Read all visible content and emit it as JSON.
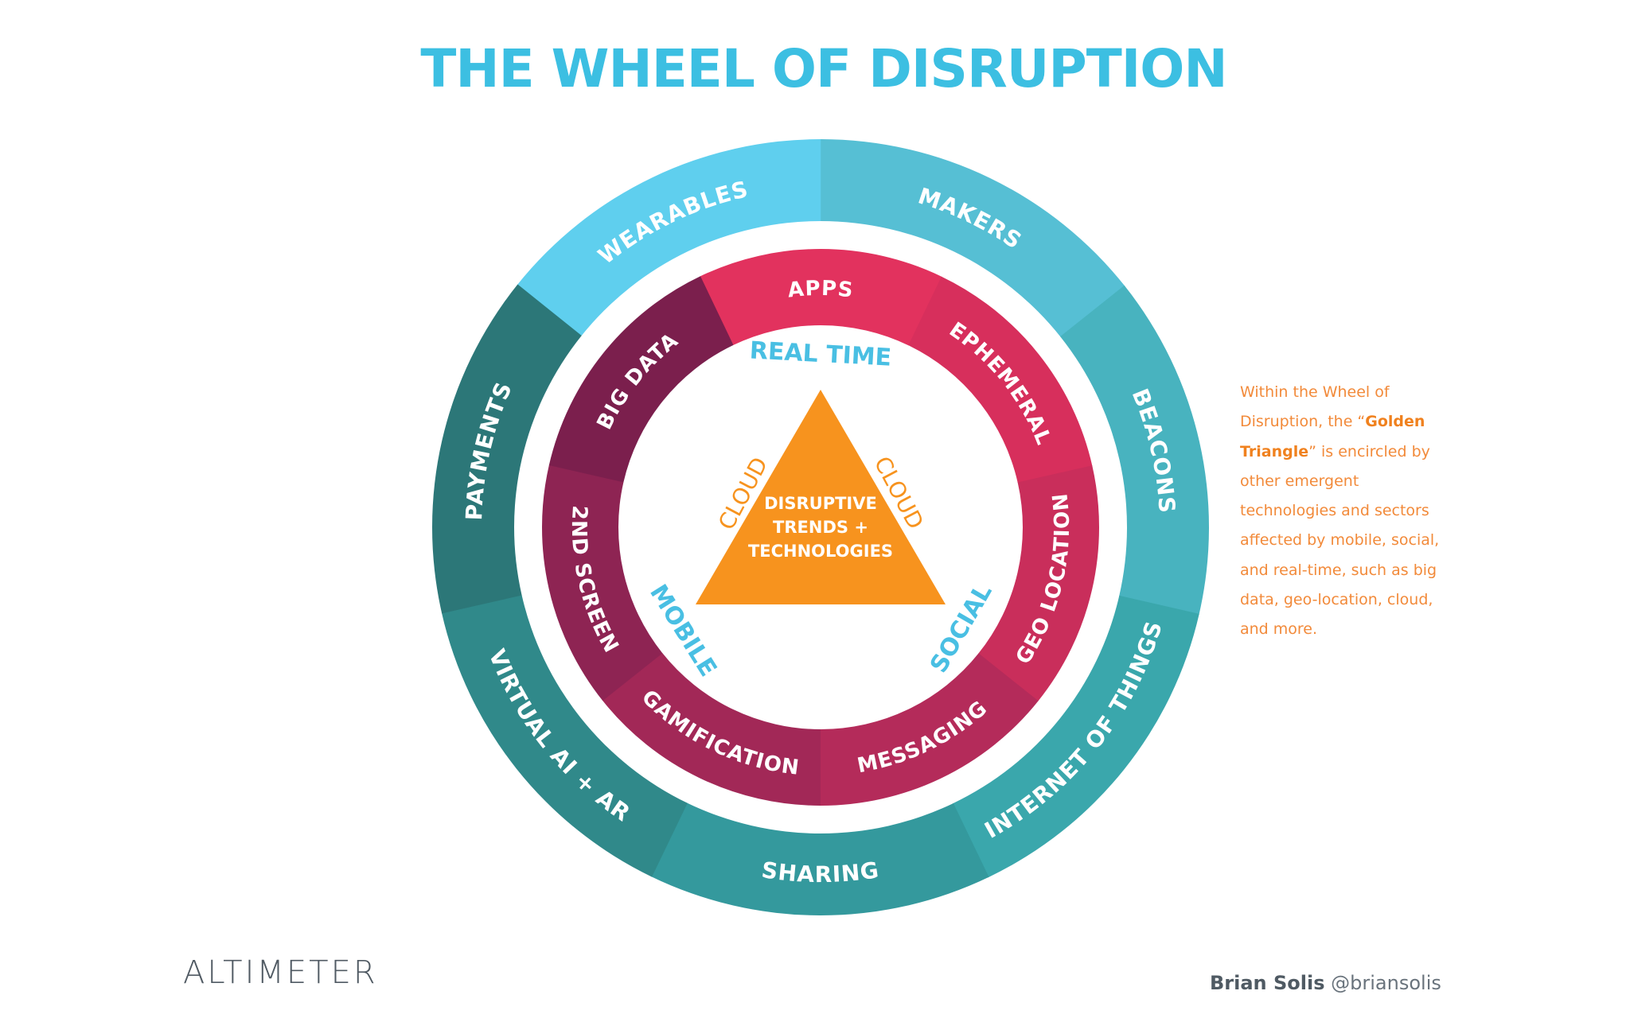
{
  "title": "THE WHEEL OF DISRUPTION",
  "outer_ring": [
    {
      "label": "WEARABLES",
      "color": "#5fcfee"
    },
    {
      "label": "MAKERS",
      "color": "#56bfd4"
    },
    {
      "label": "BEACONS",
      "color": "#48b3bf"
    },
    {
      "label": "INTERNET OF THINGS",
      "color": "#3aa7ac"
    },
    {
      "label": "SHARING",
      "color": "#34999d"
    },
    {
      "label": "VIRTUAL AI + AR",
      "color": "#30898a"
    },
    {
      "label": "PAYMENTS",
      "color": "#2c7778"
    }
  ],
  "middle_ring": [
    {
      "label": "APPS",
      "color": "#e2325e"
    },
    {
      "label": "EPHEMERAL",
      "color": "#d72f5c"
    },
    {
      "label": "GEO LOCATION",
      "color": "#c92e5b"
    },
    {
      "label": "MESSAGING",
      "color": "#b42b5a"
    },
    {
      "label": "GAMIFICATION",
      "color": "#a22857"
    },
    {
      "label": "2ND SCREEN",
      "color": "#8e2453"
    },
    {
      "label": "BIG DATA",
      "color": "#7b1f4d"
    }
  ],
  "inner_labels": {
    "top": "REAL TIME",
    "left": "MOBILE",
    "right": "SOCIAL"
  },
  "triangle": {
    "side_left": "CLOUD",
    "side_right": "CLOUD",
    "center_lines": [
      "DISRUPTIVE",
      "TRENDS +",
      "TECHNOLOGIES"
    ],
    "color": "#f7931e"
  },
  "side_note": {
    "part1": "Within the Wheel of Disruption, the “",
    "bold": "Golden Triangle",
    "part2": "” is encircled by other emergent technologies and sectors affected by mobile, social, and real-time, such as big data, geo-location, cloud, and more."
  },
  "brand": "ALTIMETER",
  "credit": {
    "name": "Brian Solis",
    "handle": "@briansolis"
  }
}
